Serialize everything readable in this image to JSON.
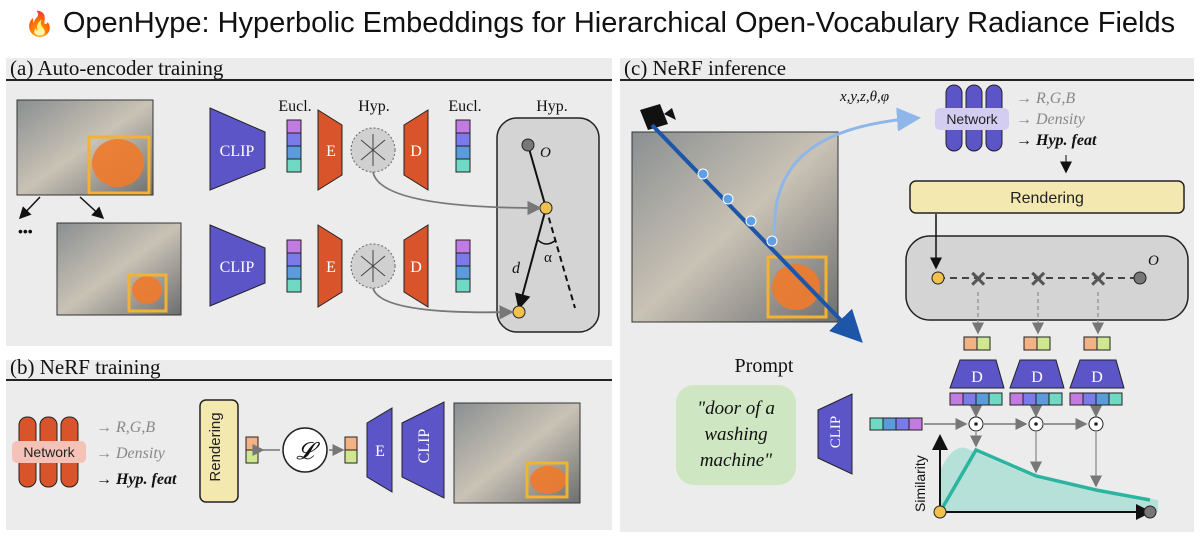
{
  "title": {
    "icon": "fire-icon",
    "text": "OpenHype: Hyperbolic Embeddings for Hierarchical Open-Vocabulary Radiance Fields"
  },
  "panel_a": {
    "heading": "(a) Auto-encoder training",
    "col_eucl_1": "Eucl.",
    "col_hyp_1": "Hyp.",
    "col_eucl_2": "Eucl.",
    "col_hyp_2": "Hyp.",
    "clip_top": "CLIP",
    "clip_bottom": "CLIP",
    "encoder_top": "E",
    "encoder_bottom": "E",
    "decoder_top": "D",
    "decoder_bottom": "D",
    "origin_label": "O",
    "distance_label": "d",
    "angle_label": "α",
    "ellipsis": "•••"
  },
  "panel_b": {
    "heading": "(b) NeRF training",
    "network_label": "Network",
    "outputs": [
      "→ R,G,B",
      "→ Density",
      "→ Hyp. feat"
    ],
    "rendering_label": "Rendering",
    "loss_label": "𝓛",
    "encoder_label": "E",
    "clip_label": "CLIP"
  },
  "panel_c": {
    "heading": "(c) NeRF inference",
    "ray_params": "x,y,z,θ,φ",
    "network_label": "Network",
    "outputs": [
      "→ R,G,B",
      "→ Density",
      "→ Hyp. feat"
    ],
    "rendering_label": "Rendering",
    "origin_label": "O",
    "decoder_labels": [
      "D",
      "D",
      "D"
    ],
    "prompt_title": "Prompt",
    "prompt_lines": [
      "\"door of a",
      "washing",
      "machine\""
    ],
    "clip_label": "CLIP",
    "similarity_label": "Similarity"
  },
  "colors": {
    "clip_purple": "#5b55c8",
    "encoder_orange": "#d9532b",
    "rendering_fill": "#f3e9b0",
    "prompt_green": "#cfe6c2",
    "similarity_teal": "#2bb5a0",
    "ray_blue": "#2f6fc9",
    "panel_gray": "#ececec"
  }
}
